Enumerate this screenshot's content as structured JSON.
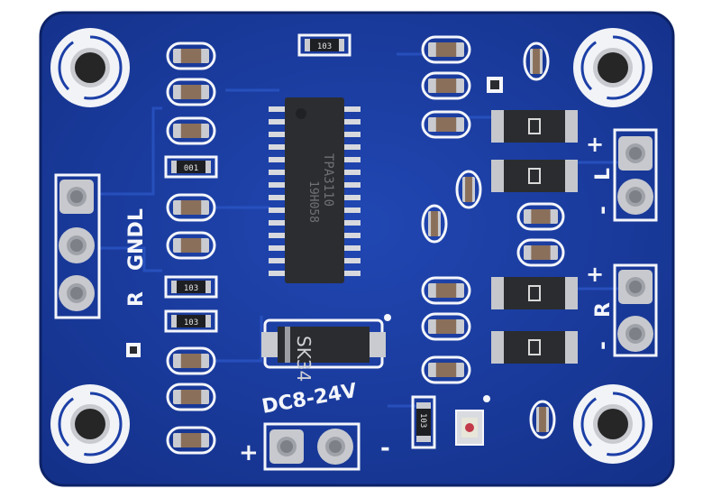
{
  "board": {
    "color": "#1c3fa6",
    "silk_color": "#f4f6fb",
    "labels": {
      "input_r": "R",
      "input_gnd": "GND",
      "input_l": "L",
      "power": "DC8-24V",
      "power_plus": "+",
      "power_minus": "-",
      "left_out_plus": "+",
      "left_out_label": "L",
      "left_out_minus": "-",
      "right_out_plus": "+",
      "right_out_label": "R",
      "right_out_minus": "-"
    },
    "chip": {
      "line1": "TPA3110",
      "line2": "19H058"
    },
    "diode": {
      "marking": "SK34"
    },
    "resistors": [
      {
        "marking": "103"
      },
      {
        "marking": "001"
      },
      {
        "marking": "103"
      },
      {
        "marking": "103"
      },
      {
        "marking": "103"
      }
    ]
  }
}
